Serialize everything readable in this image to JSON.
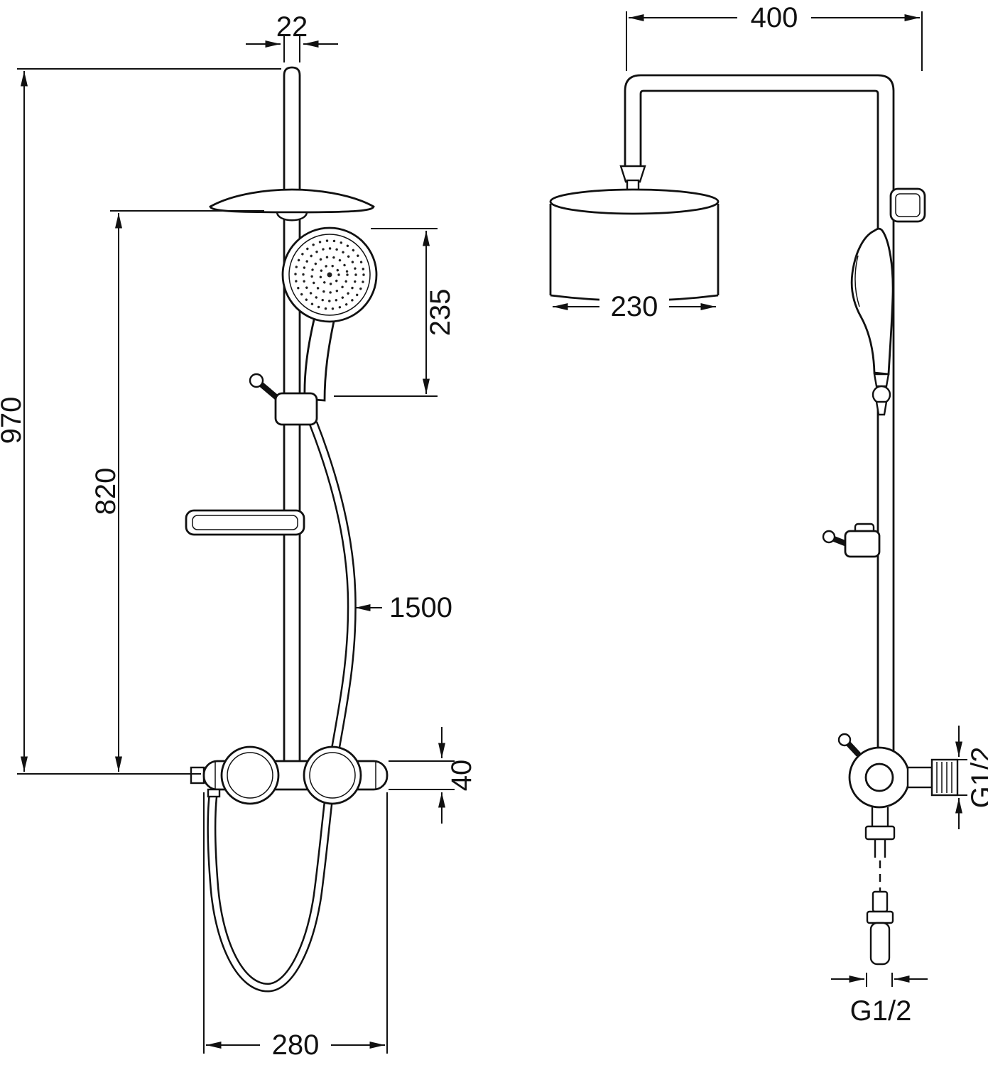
{
  "drawing": {
    "line_color": "#111111",
    "background": "#ffffff",
    "labels": {
      "pipe_width": "22",
      "arm_depth": "400",
      "height_total": "970",
      "height_rail": "820",
      "hand_shower_length": "235",
      "head_diameter": "230",
      "hose_length": "1500",
      "valve_body_height": "40",
      "valve_width": "280",
      "thread_inlet": "G1/2",
      "thread_outlet": "G1/2"
    }
  }
}
